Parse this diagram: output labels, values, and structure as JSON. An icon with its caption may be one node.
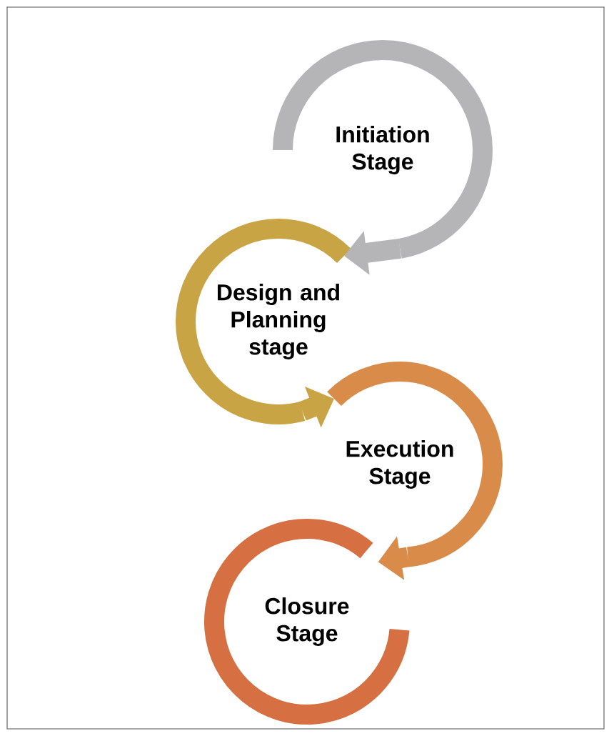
{
  "diagram": {
    "nodes": [
      {
        "text": [
          "Initiation Stage"
        ]
      },
      {
        "text": [
          "Design and Planning stage"
        ]
      },
      {
        "text": [
          "Execution Stage"
        ]
      },
      {
        "text": [
          "Closure Stage"
        ]
      }
    ],
    "edges": [
      {
        "from": 0,
        "to": 1,
        "arrow": "to",
        "color": "#b5b5b8"
      },
      {
        "from": 1,
        "to": 2,
        "arrow": "to",
        "color": "#c9a445"
      },
      {
        "from": 2,
        "to": 3,
        "arrow": "to",
        "color": "#d98c4a"
      }
    ]
  }
}
